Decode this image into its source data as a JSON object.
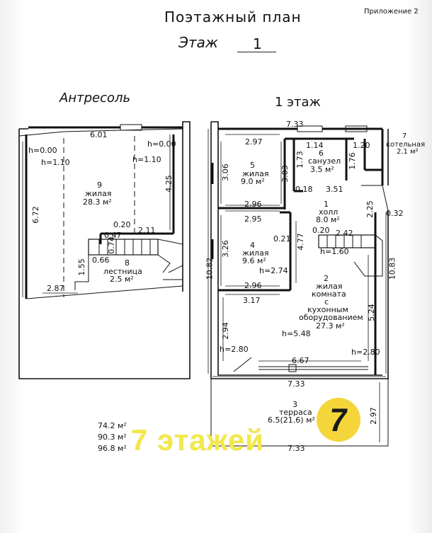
{
  "header": {
    "appendix": "Приложение 2",
    "title": "Поэтажный план",
    "floor_label": "Этаж",
    "floor_number": "1"
  },
  "mezzanine": {
    "title": "Антресоль",
    "dims": {
      "top": "6.01",
      "h_left": "h=0.00",
      "h_left2": "h=1.10",
      "h_right": "h=0.00",
      "h_right2": "h=1.10",
      "right_side": "4.25",
      "left_side": "6.72",
      "d020": "0.20",
      "d211": "2.11",
      "d047": "0.47",
      "d074": "0.74",
      "d066": "0.66",
      "d155": "1.55",
      "d287": "2.87"
    },
    "rooms": [
      {
        "num": "9",
        "name": "жилая",
        "area": "28.3 м²"
      },
      {
        "num": "8",
        "name": "лестница",
        "area": "2.5 м²"
      }
    ]
  },
  "floor1": {
    "title": "1 этаж",
    "dims": {
      "top_733": "7.33",
      "d114": "1.14",
      "d120": "1.20",
      "d297": "2.97",
      "d173": "1.73",
      "d176": "1.76",
      "d306": "3.06",
      "d303": "3.03",
      "d018": "0.18",
      "d351": "3.51",
      "d296a": "2.96",
      "d295": "2.95",
      "d225": "2.25",
      "d032": "0.32",
      "d020": "0.20",
      "d242": "2.42",
      "d021": "0.21",
      "d477": "4.77",
      "d326": "3.26",
      "h160": "h=1.60",
      "h274": "h=2.74",
      "d1082": "10.82",
      "d1083": "10.83",
      "d296b": "2.96",
      "d317": "3.17",
      "d524": "5.24",
      "d294": "2.94",
      "h548": "h=5.48",
      "h280l": "h=2.80",
      "h280r": "h=2.80",
      "d667": "6.67",
      "d733b": "7.33",
      "d297t": "2.97",
      "d733c": "7.33"
    },
    "rooms": [
      {
        "num": "5",
        "name": "жилая",
        "area": "9.0 м²"
      },
      {
        "num": "6",
        "name": "санузел",
        "area": "3.5 м²"
      },
      {
        "num": "7",
        "name": "котельная",
        "area": "2.1 м²"
      },
      {
        "num": "1",
        "name": "холл",
        "area": "8.0 м²"
      },
      {
        "num": "4",
        "name": "жилая",
        "area": "9.6 м²"
      },
      {
        "num": "2",
        "name_lines": [
          "жилая",
          "комната",
          "с",
          "кухонным",
          "оборудованием"
        ],
        "area": "27.3 м²"
      },
      {
        "num": "3",
        "name": "терраса",
        "area": "6.5(21.6) м²"
      }
    ]
  },
  "totals": [
    "74.2 м²",
    "90.3 м²",
    "96.8 м²"
  ],
  "watermark": {
    "text": "7 этажей",
    "logo_glyph": "7",
    "text_color": "#f2e84a",
    "logo_color": "#f5d63a"
  }
}
